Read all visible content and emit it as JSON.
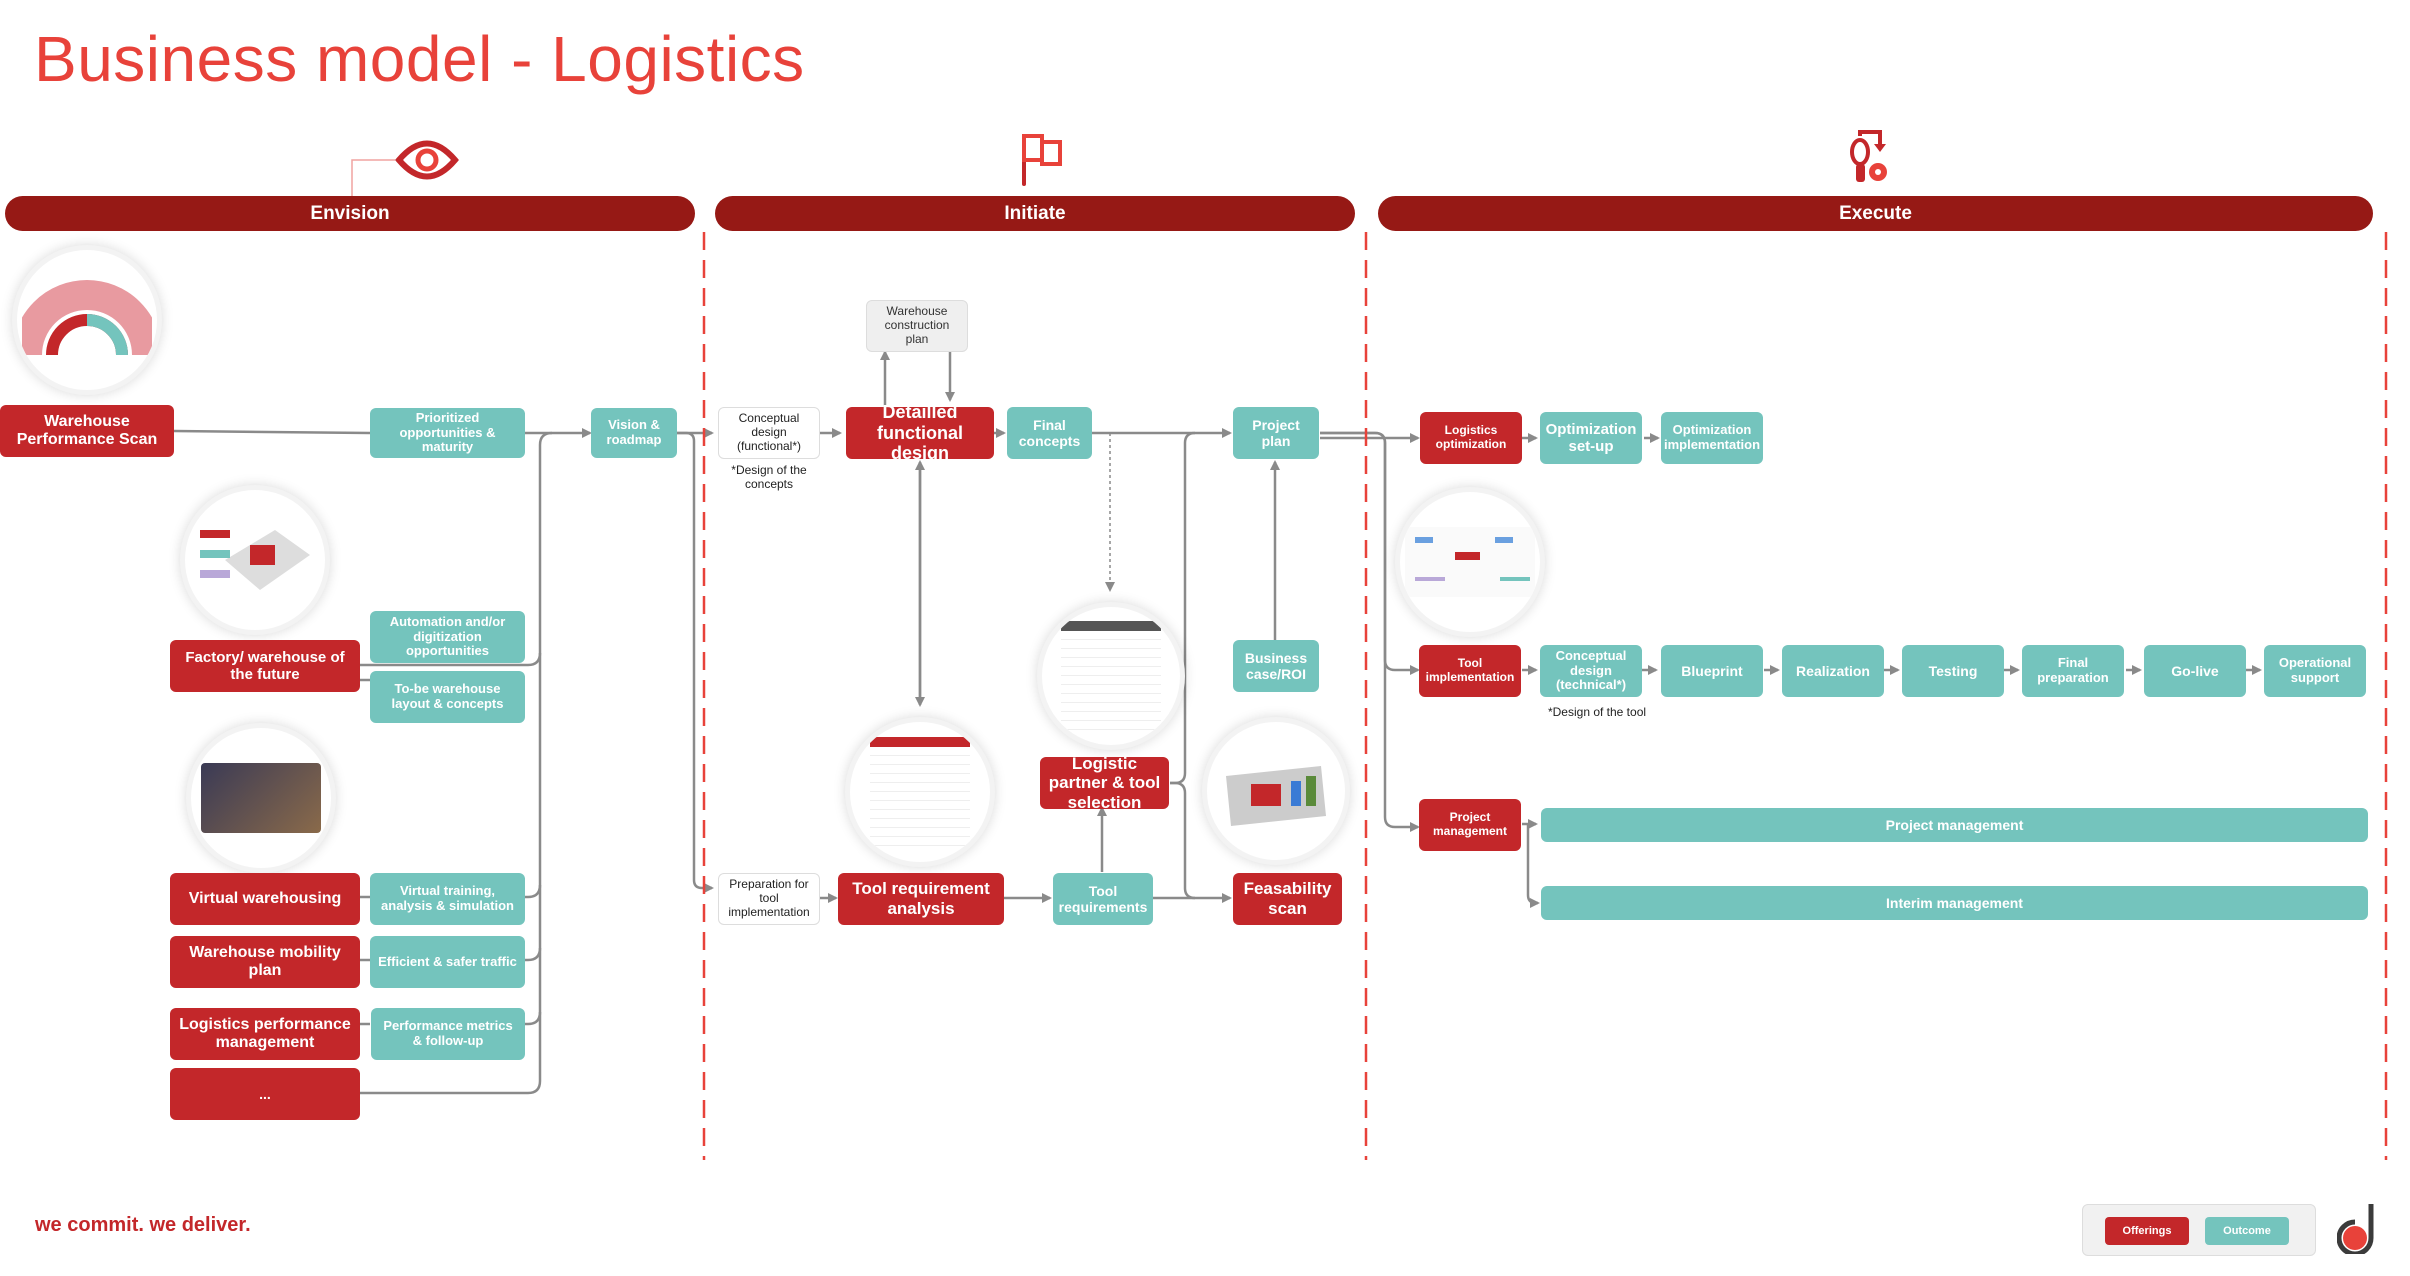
{
  "title": "Business model - Logistics",
  "colors": {
    "title": "#e8423a",
    "phase_bar": "#961915",
    "offering": "#c3272a",
    "outcome": "#74c4bd",
    "divider": "#e8423a",
    "connector": "#8a8a8a"
  },
  "phases": [
    {
      "label": "Envision",
      "icon": "eye-icon"
    },
    {
      "label": "Initiate",
      "icon": "flag-icon"
    },
    {
      "label": "Execute",
      "icon": "lightbulb-gear-icon"
    }
  ],
  "envision": {
    "offerings": [
      {
        "label": "Warehouse Performance Scan",
        "outcomes": [
          "Prioritized opportunities & maturity"
        ]
      },
      {
        "label": "Factory/ warehouse of the future",
        "outcomes": [
          "Automation and/or digitization opportunities",
          "To-be warehouse layout & concepts"
        ]
      },
      {
        "label": "Virtual warehousing",
        "outcomes": [
          "Virtual training, analysis & simulation"
        ]
      },
      {
        "label": "Warehouse mobility plan",
        "outcomes": [
          "Efficient & safer traffic"
        ]
      },
      {
        "label": "Logistics performance management",
        "outcomes": [
          "Performance metrics & follow-up"
        ]
      },
      {
        "label": "...",
        "outcomes": []
      }
    ],
    "vision_roadmap": "Vision & roadmap"
  },
  "initiate": {
    "conceptual_design": "Conceptual design (functional*)",
    "conceptual_design_note": "*Design of the concepts",
    "warehouse_construction_plan": "Warehouse construction plan",
    "detailed_functional_design": "Detailled functional design",
    "final_concepts": "Final concepts",
    "project_plan": "Project plan",
    "business_case": "Business case/ROI",
    "preparation_tool": "Preparation for tool implementation",
    "tool_requirement_analysis": "Tool requirement analysis",
    "tool_requirements": "Tool requirements",
    "logistic_partner_selection": "Logistic partner & tool selection",
    "feasability_scan": "Feasability scan"
  },
  "execute": {
    "logistics_optimization": {
      "label": "Logistics optimization",
      "steps": [
        "Optimization set-up",
        "Optimization implementation"
      ]
    },
    "tool_implementation": {
      "label": "Tool implementation",
      "steps": [
        "Conceptual design (technical*)",
        "Blueprint",
        "Realization",
        "Testing",
        "Final preparation",
        "Go-live",
        "Operational support"
      ],
      "note": "*Design of the tool"
    },
    "project_management": {
      "label": "Project management",
      "steps": [
        "Project management",
        "Interim management"
      ]
    }
  },
  "footer": {
    "tagline": "we commit. we deliver.",
    "legend": {
      "offerings": "Offerings",
      "outcome": "Outcome"
    },
    "logo": "d-logo"
  }
}
